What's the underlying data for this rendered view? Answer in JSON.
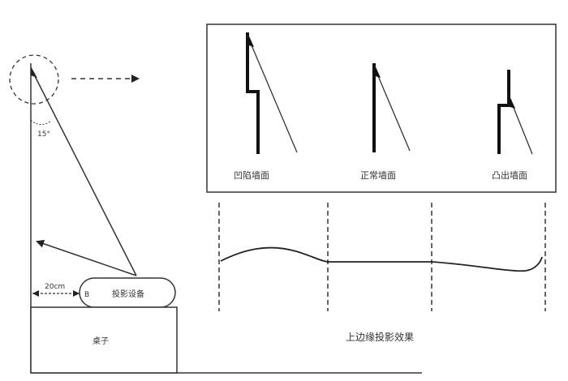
{
  "left": {
    "angle_label": "15°",
    "distance_label": "20cm",
    "projector_port_label": "B",
    "projector_label": "投影设备",
    "table_label": "桌子"
  },
  "panel": {
    "walls": [
      {
        "label": "凹陷墙面"
      },
      {
        "label": "正常墙面"
      },
      {
        "label": "凸出墙面"
      }
    ]
  },
  "bottom": {
    "caption": "上边缘投影效果"
  }
}
